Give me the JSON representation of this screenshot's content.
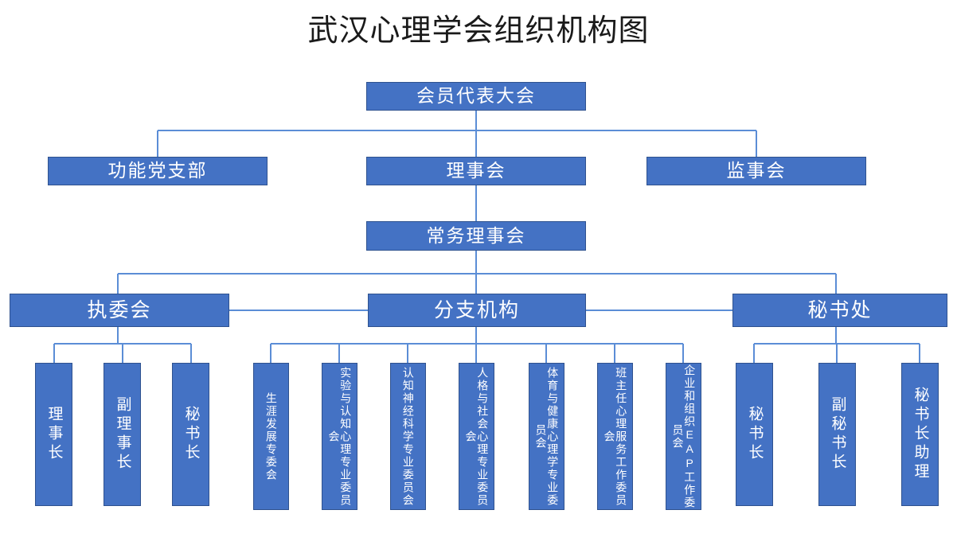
{
  "title": "武汉心理学会组织机构图",
  "theme": {
    "box_fill": "#4472C4",
    "box_border": "#2F528F",
    "box_text": "#FFFFFF",
    "line_color": "#5B8DD6",
    "background": "#FFFFFF",
    "title_color": "#1A1A1A"
  },
  "nodes": {
    "assembly": "会员代表大会",
    "party_branch": "功能党支部",
    "council": "理事会",
    "supervisory": "监事会",
    "standing_council": "常务理事会",
    "executive": "执委会",
    "branches": "分支机构",
    "secretariat": "秘书处"
  },
  "executive_children": [
    "理事长",
    "副理事长",
    "秘书长"
  ],
  "branch_children": [
    "生涯发展专委会",
    "实验与认知心理专业委员会",
    "认知神经科学专业委员会",
    "人格与社会心理专业委员会",
    "体育与健康心理学专业委员会",
    "班主任心理服务工作委员会",
    "企业和组织EAP工作委员会"
  ],
  "secretariat_children": [
    "秘书长",
    "副秘书长",
    "秘书长助理"
  ]
}
